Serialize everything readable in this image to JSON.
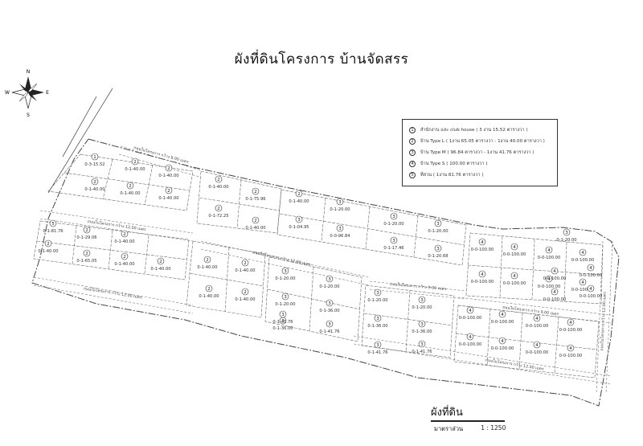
{
  "title": "ผังที่ดินโครงการ บ้านจัดสรร",
  "compass": {
    "n": "N",
    "s": "S",
    "e": "E",
    "w": "W"
  },
  "legend": [
    {
      "num": "1",
      "text": "สำนักงาน และ club house ( 3 งาน 15.52 ตารางวา )"
    },
    {
      "num": "2",
      "text": "บ้าน Type L ( 1งาน 65.05 ตารางวา - 1งาน 40.00 ตารางวา )"
    },
    {
      "num": "3",
      "text": "บ้าน Type M ( 96.84 ตารางวา - 1งาน 41.76 ตารางวา )"
    },
    {
      "num": "4",
      "text": "บ้าน Type S ( 100.00 ตารางวา )"
    },
    {
      "num": "5",
      "text": "ที่สวน ( 1งาน 81.76 ตารางวา )"
    }
  ],
  "lots": [
    {
      "num": "1",
      "area": "0-3-15.52"
    },
    {
      "num": "2",
      "area": "0-1-40.00"
    },
    {
      "num": "2",
      "area": "0-1-40.00"
    },
    {
      "num": "2",
      "area": "0-1-40.00"
    },
    {
      "num": "2",
      "area": "0-1-40.00"
    },
    {
      "num": "2",
      "area": "0-1-40.00"
    },
    {
      "num": "2",
      "area": "0-1-40.00"
    },
    {
      "num": "2",
      "area": "0-1-75.96"
    },
    {
      "num": "2",
      "area": "0-1-72.25"
    },
    {
      "num": "2",
      "area": "0-1-40.00"
    },
    {
      "num": "2",
      "area": "0-1-40.00"
    },
    {
      "num": "3",
      "area": "0-1-04.95"
    },
    {
      "num": "3",
      "area": "0-1-20.00"
    },
    {
      "num": "3",
      "area": "0-0-96.84"
    },
    {
      "num": "3",
      "area": "0-1-20.00"
    },
    {
      "num": "3",
      "area": "0-1-17.46"
    },
    {
      "num": "3",
      "area": "0-1-20.00"
    },
    {
      "num": "3",
      "area": "0-1-20.68"
    },
    {
      "num": "3",
      "area": "0-1-20.00"
    },
    {
      "num": "5",
      "area": "0-1-81.76"
    },
    {
      "num": "2",
      "area": "0-1-29.06"
    },
    {
      "num": "2",
      "area": "0-1-40.00"
    },
    {
      "num": "2",
      "area": "0-1-40.00"
    },
    {
      "num": "2",
      "area": "0-1-65.05"
    },
    {
      "num": "2",
      "area": "0-1-40.00"
    },
    {
      "num": "2",
      "area": "0-1-40.00"
    },
    {
      "num": "2",
      "area": "0-1-40.00"
    },
    {
      "num": "2",
      "area": "0-1-40.00"
    },
    {
      "num": "2",
      "area": "0-1-40.00"
    },
    {
      "num": "2",
      "area": "0-1-40.00"
    },
    {
      "num": "3",
      "area": "0-1-20.00"
    },
    {
      "num": "3",
      "area": "0-1-20.00"
    },
    {
      "num": "3",
      "area": "0-1-20.00"
    },
    {
      "num": "3",
      "area": "0-1-36.00"
    },
    {
      "num": "3",
      "area": "0-1-36.00"
    },
    {
      "num": "3",
      "area": "0-1-41.76"
    },
    {
      "num": "3",
      "area": "0-1-41.76"
    },
    {
      "num": "3",
      "area": "0-1-20.00"
    },
    {
      "num": "3",
      "area": "0-1-20.00"
    },
    {
      "num": "3",
      "area": "0-1-36.00"
    },
    {
      "num": "3",
      "area": "0-1-36.00"
    },
    {
      "num": "3",
      "area": "0-1-41.76"
    },
    {
      "num": "3",
      "area": "0-1-41.76"
    },
    {
      "num": "4",
      "area": "0-0-100.00"
    },
    {
      "num": "4",
      "area": "0-0-100.00"
    },
    {
      "num": "4",
      "area": "0-0-100.00"
    },
    {
      "num": "4",
      "area": "0-0-100.00"
    },
    {
      "num": "4",
      "area": "0-0-100.00"
    },
    {
      "num": "4",
      "area": "0-0-100.00"
    },
    {
      "num": "4",
      "area": "0-0-100.00"
    },
    {
      "num": "4",
      "area": "0-0-100.00"
    },
    {
      "num": "4",
      "area": "0-0-100.00"
    },
    {
      "num": "4",
      "area": "0-0-100.00"
    },
    {
      "num": "4",
      "area": "0-0-100.00"
    },
    {
      "num": "4",
      "area": "0-0-100.00"
    },
    {
      "num": "4",
      "area": "0-0-100.00"
    },
    {
      "num": "4",
      "area": "0-0-100.00"
    },
    {
      "num": "4",
      "area": "0-0-100.00"
    },
    {
      "num": "4",
      "area": "0-0-100.00"
    },
    {
      "num": "4",
      "area": "0-0-100.00"
    },
    {
      "num": "4",
      "area": "0-0-100.00"
    },
    {
      "num": "4",
      "area": "0-0-100.00"
    },
    {
      "num": "4",
      "area": "0-0-100.00"
    }
  ],
  "roads": [
    "ถนนในโครงการ กว้าง 9.00 เมตร",
    "ถนนในโครงการ กว้าง 12.00 เมตร",
    "ถนนในโครงการ กว้าง 12.00 เมตร",
    "ถนนในโครงการ กว้าง 12.00 เมตร",
    "ถนนในโครงการ กว้าง 9.00 เมตร",
    "ถนนในโครงการ กว้าง 12.00 เมตร",
    "ถนนในโครงการ กว้าง 9.00 เมตร",
    "ถนนในโครงการ กว้าง 12.00 เมตร"
  ],
  "footer": {
    "title": "ผังที่ดิน",
    "scale_label": "มาตราส่วน",
    "scale_value": "1 : 1250"
  },
  "colors": {
    "line": "#4a4a4a",
    "light": "#8a8a8a",
    "text": "#222222"
  }
}
